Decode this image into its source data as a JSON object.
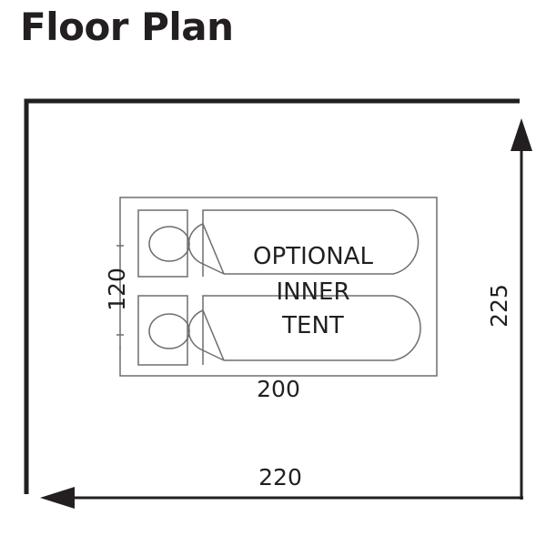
{
  "title": "Floor Plan",
  "inner_tent_label": [
    "OPTIONAL",
    "INNER",
    "TENT"
  ],
  "dimensions": {
    "outer_width": "220",
    "outer_depth": "225",
    "inner_width": "200",
    "inner_depth": "120"
  },
  "colors": {
    "outline": "#231f20",
    "inner": "#6d6e71"
  },
  "icons": [
    "arrow-up-icon",
    "arrow-left-icon",
    "sleeping-bag-icon",
    "pillow-icon"
  ]
}
